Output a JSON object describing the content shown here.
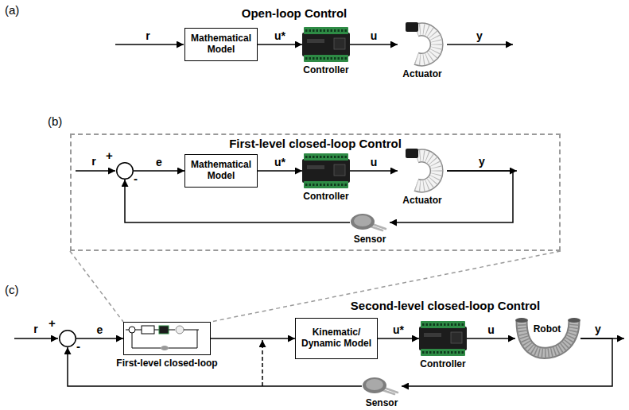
{
  "diagram": {
    "nodes": [
      {
        "text": [
          "Mathematical Model"
        ]
      },
      {
        "text": [
          "Controller"
        ]
      },
      {
        "text": [
          "Actuator"
        ]
      },
      {
        "text": [
          "First-level closed-loop Control"
        ]
      },
      {
        "text": [
          "+",
          "-"
        ],
        "in": 3
      },
      {
        "text": [
          "Mathematical Model"
        ],
        "in": 3
      },
      {
        "text": [
          "Controller"
        ],
        "in": 3
      },
      {
        "text": [
          "Actuator"
        ],
        "in": 3
      },
      {
        "text": [
          "Sensor"
        ],
        "in": 3
      },
      {
        "text": [
          "+",
          "-"
        ]
      },
      {
        "text": [
          "First-level closed-loop"
        ]
      },
      {
        "text": [
          "Kinematic/ Dynamic Model"
        ]
      },
      {
        "text": [
          "Controller"
        ]
      },
      {
        "text": [
          "Robot"
        ]
      },
      {
        "text": [
          "Sensor"
        ]
      }
    ],
    "edges": [
      {
        "from": 0,
        "to": 1,
        "label": "u*",
        "arrow": "to"
      },
      {
        "from": 1,
        "to": 2,
        "label": "u",
        "arrow": "to"
      },
      {
        "from": 4,
        "to": 5,
        "label": "e",
        "arrow": "to"
      },
      {
        "from": 5,
        "to": 6,
        "label": "u*",
        "arrow": "to"
      },
      {
        "from": 6,
        "to": 7,
        "label": "u",
        "arrow": "to"
      },
      {
        "from": 7,
        "to": 8,
        "arrow": "to"
      },
      {
        "from": 8,
        "to": 4,
        "arrow": "to"
      },
      {
        "from": 9,
        "to": 10,
        "label": "e",
        "arrow": "to"
      },
      {
        "from": 10,
        "to": 11,
        "arrow": "to"
      },
      {
        "from": 11,
        "to": 12,
        "label": "u*",
        "arrow": "to"
      },
      {
        "from": 12,
        "to": 13,
        "label": "u",
        "arrow": "to"
      },
      {
        "from": 13,
        "to": 14,
        "arrow": "to"
      },
      {
        "from": 14,
        "to": 9,
        "arrow": "to"
      }
    ],
    "labels": [
      "(a)",
      "Open-loop Control",
      "r",
      "y",
      "(b)",
      "r",
      "y",
      "(c)",
      "Second-level closed-loop Control",
      "r",
      "y"
    ]
  }
}
